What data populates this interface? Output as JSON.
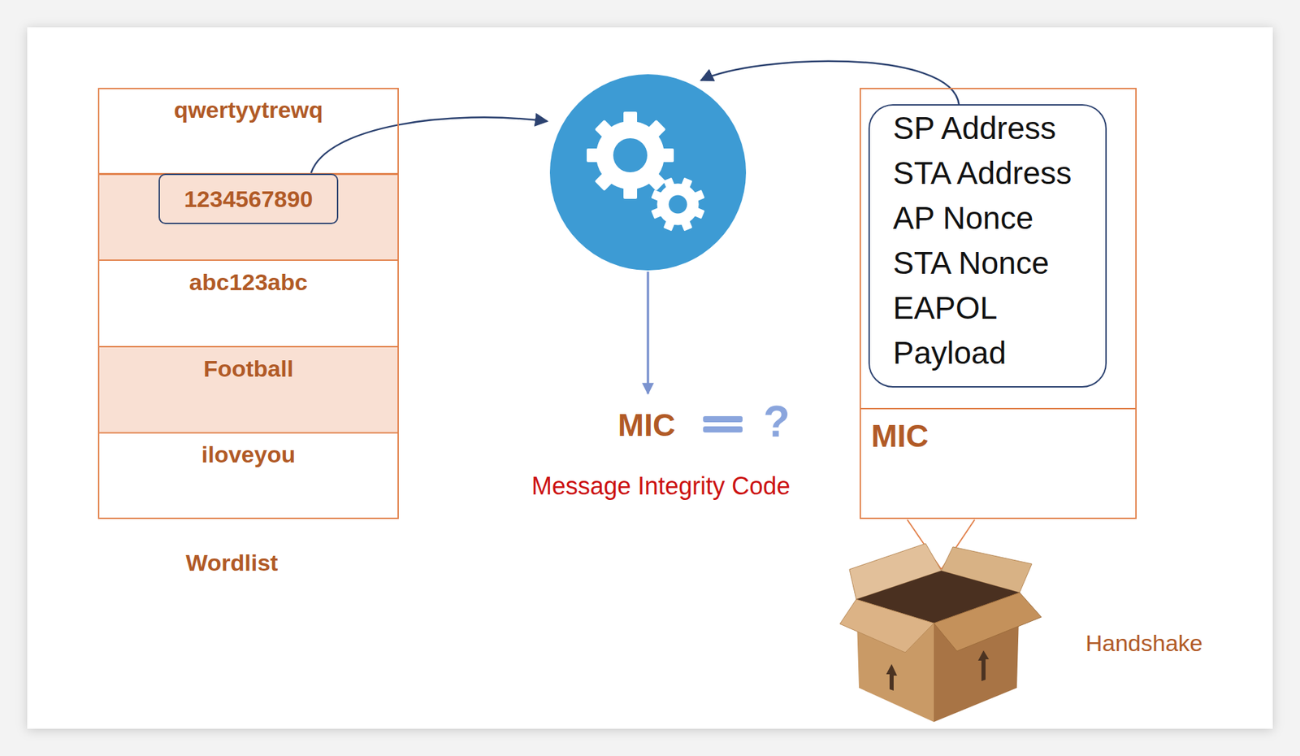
{
  "diagram": {
    "nodes": [
      {
        "text": [
          "Wordlist"
        ]
      },
      {
        "text": [
          "qwertyytrewq"
        ],
        "in": 0
      },
      {
        "text": [
          "1234567890"
        ],
        "in": 0
      },
      {
        "text": [
          "abc123abc"
        ],
        "in": 0
      },
      {
        "text": [
          "Football"
        ],
        "in": 0
      },
      {
        "text": [
          "iloveyou"
        ],
        "in": 0
      },
      {
        "text": [
          "MIC"
        ]
      },
      {
        "text": [
          "SP Address",
          "STA Address",
          "AP Nonce",
          "STA Nonce",
          "EAPOL",
          "Payload"
        ],
        "in": 6
      }
    ],
    "labels": [
      "MIC",
      "?",
      "Message Integrity Code",
      "Handshake"
    ]
  }
}
